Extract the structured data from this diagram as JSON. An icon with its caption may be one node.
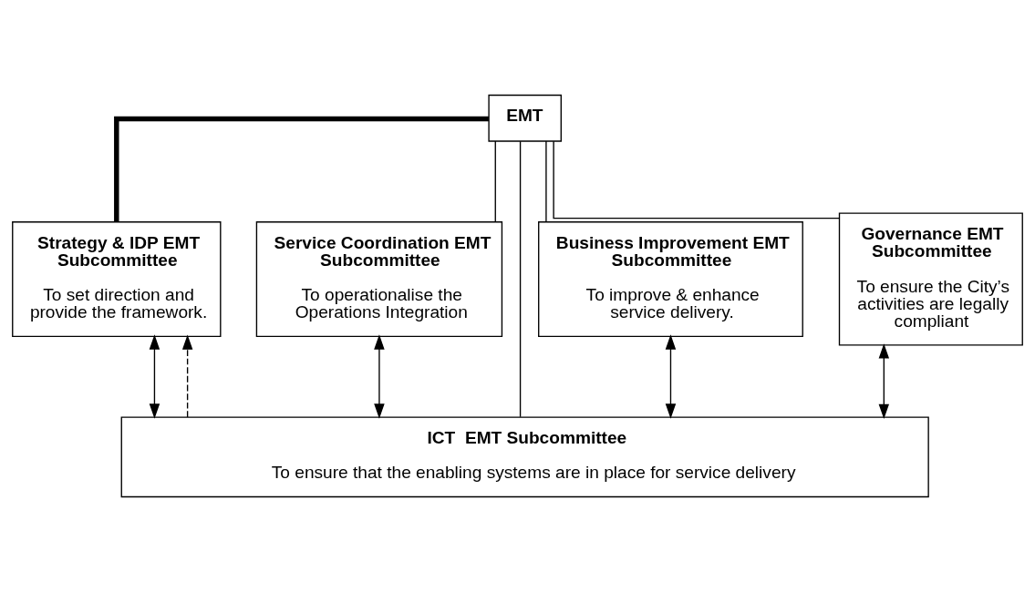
{
  "diagram": {
    "nodes": [
      {
        "text": [
          "EMT"
        ]
      },
      {
        "text": [
          "Strategy & IDP EMT Subcommittee",
          "To set direction and provide the framework."
        ]
      },
      {
        "text": [
          "Service Coordination EMT Subcommittee",
          "To operationalise the Operations Integration"
        ]
      },
      {
        "text": [
          "Business Improvement EMT Subcommittee",
          "To improve & enhance service delivery."
        ]
      },
      {
        "text": [
          "Governance EMT Subcommittee",
          "To ensure the City’s activities are legally compliant"
        ]
      },
      {
        "text": [
          "ICT  EMT Subcommittee",
          "To ensure that the enabling systems are in place for service delivery"
        ]
      }
    ],
    "edges": [
      {
        "from": 0,
        "to": 1,
        "arrow": "none",
        "style": "thick"
      },
      {
        "from": 0,
        "to": 2,
        "arrow": "none"
      },
      {
        "from": 0,
        "to": 3,
        "arrow": "none"
      },
      {
        "from": 0,
        "to": 4,
        "arrow": "none"
      },
      {
        "from": 0,
        "to": 5,
        "arrow": "none"
      },
      {
        "from": 5,
        "to": 1,
        "arrow": "to",
        "style": "dashed"
      },
      {
        "from": 1,
        "to": 5,
        "arrow": "both"
      },
      {
        "from": 2,
        "to": 5,
        "arrow": "both"
      },
      {
        "from": 3,
        "to": 5,
        "arrow": "both"
      },
      {
        "from": 4,
        "to": 5,
        "arrow": "both"
      }
    ]
  }
}
